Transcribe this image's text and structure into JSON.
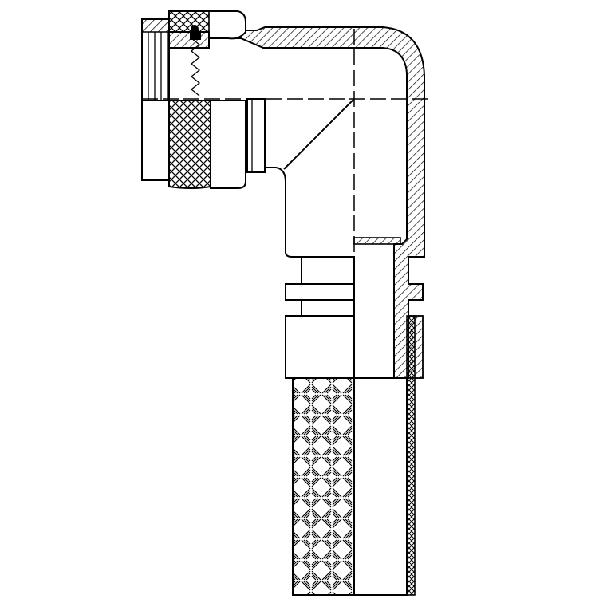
{
  "figure": {
    "description_hidden": "",
    "colors": {
      "ink": "#000000",
      "paper": "#ffffff"
    },
    "parts": [
      "coupling-nut",
      "knurled-grip",
      "elbow-shell",
      "backshell-sleeve",
      "clamp-ring",
      "ferrule",
      "braided-shield",
      "outer-jacket"
    ]
  }
}
